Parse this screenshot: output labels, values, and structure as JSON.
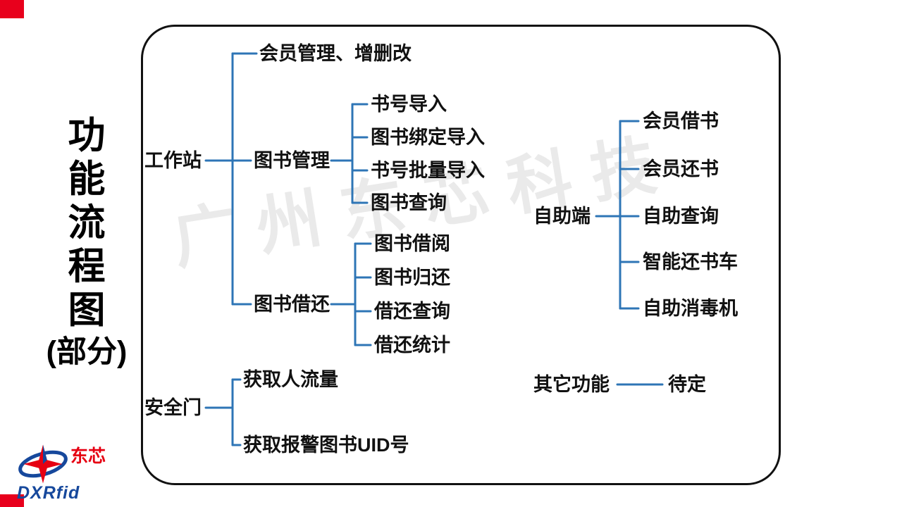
{
  "title": {
    "chars": [
      "功",
      "能",
      "流",
      "程",
      "图",
      "(部分)"
    ]
  },
  "watermark": {
    "text": "广州东芯科技"
  },
  "nodes": {
    "workstation": "工作站",
    "member_mgmt": "会员管理、增删改",
    "book_mgmt": "图书管理",
    "book_id_import": "书号导入",
    "book_bind_import": "图书绑定导入",
    "book_batch_import": "书号批量导入",
    "book_query": "图书查询",
    "book_borrow_return": "图书借还",
    "book_borrow": "图书借阅",
    "book_return": "图书归还",
    "borrow_return_query": "借还查询",
    "borrow_return_stats": "借还统计",
    "self_service": "自助端",
    "member_borrow": "会员借书",
    "member_return": "会员还书",
    "self_query": "自助查询",
    "smart_return_cart": "智能还书车",
    "self_sterilizer": "自助消毒机",
    "other_functions": "其它功能",
    "tbd": "待定",
    "security_gate": "安全门",
    "people_flow": "获取人流量",
    "alarm_uid": "获取报警图书UID号"
  },
  "hierarchy": {
    "工作站": [
      "会员管理、增删改",
      "图书管理",
      "图书借还"
    ],
    "图书管理": [
      "书号导入",
      "图书绑定导入",
      "书号批量导入",
      "图书查询"
    ],
    "图书借还": [
      "图书借阅",
      "图书归还",
      "借还查询",
      "借还统计"
    ],
    "自助端": [
      "会员借书",
      "会员还书",
      "自助查询",
      "智能还书车",
      "自助消毒机"
    ],
    "其它功能": [
      "待定"
    ],
    "安全门": [
      "获取人流量",
      "获取报警图书UID号"
    ]
  },
  "logo": {
    "brand": "东芯",
    "wordmark": "DXRfid"
  },
  "colors": {
    "line_blue": "#2e75b6",
    "corner_red": "#e8001c",
    "logo_red": "#e60012",
    "logo_blue": "#16489c",
    "text": "#111111"
  }
}
